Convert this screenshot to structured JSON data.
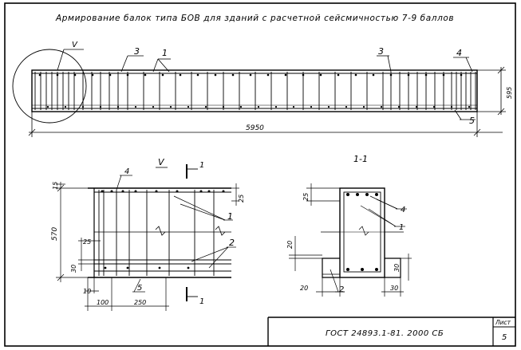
{
  "title": "Армирование балок типа БОВ для зданий с расчетной сейсмичностью 7-9 баллов",
  "elevation": {
    "callout_1": "1",
    "callout_3_left": "3",
    "callout_3_right": "3",
    "callout_4": "4",
    "callout_5": "5",
    "detail_mark": "V",
    "length_dim": "5950",
    "height_dim": "595"
  },
  "detail_v": {
    "title": "V",
    "section_mark_top": "1",
    "section_mark_bottom": "1",
    "dim_15": "15",
    "dim_570": "570",
    "dim_25_right": "25",
    "dim_25_left": "25",
    "dim_30": "30",
    "dim_10": "10",
    "dim_100": "100",
    "dim_250": "250",
    "callout_4": "4",
    "callout_1": "1",
    "callout_2": "2",
    "callout_5": "5"
  },
  "section_1_1": {
    "title": "1-1",
    "dim_25": "25",
    "dim_20_left": "20",
    "dim_20_bottom": "20",
    "dim_30_right": "30",
    "dim_30_bottom": "30",
    "callout_4": "4",
    "callout_1": "1",
    "callout_2": "2"
  },
  "stamp": {
    "code": "ГОСТ 24893.1-81. 2000 СБ",
    "sheet_label": "Лист",
    "sheet_number": "5"
  }
}
